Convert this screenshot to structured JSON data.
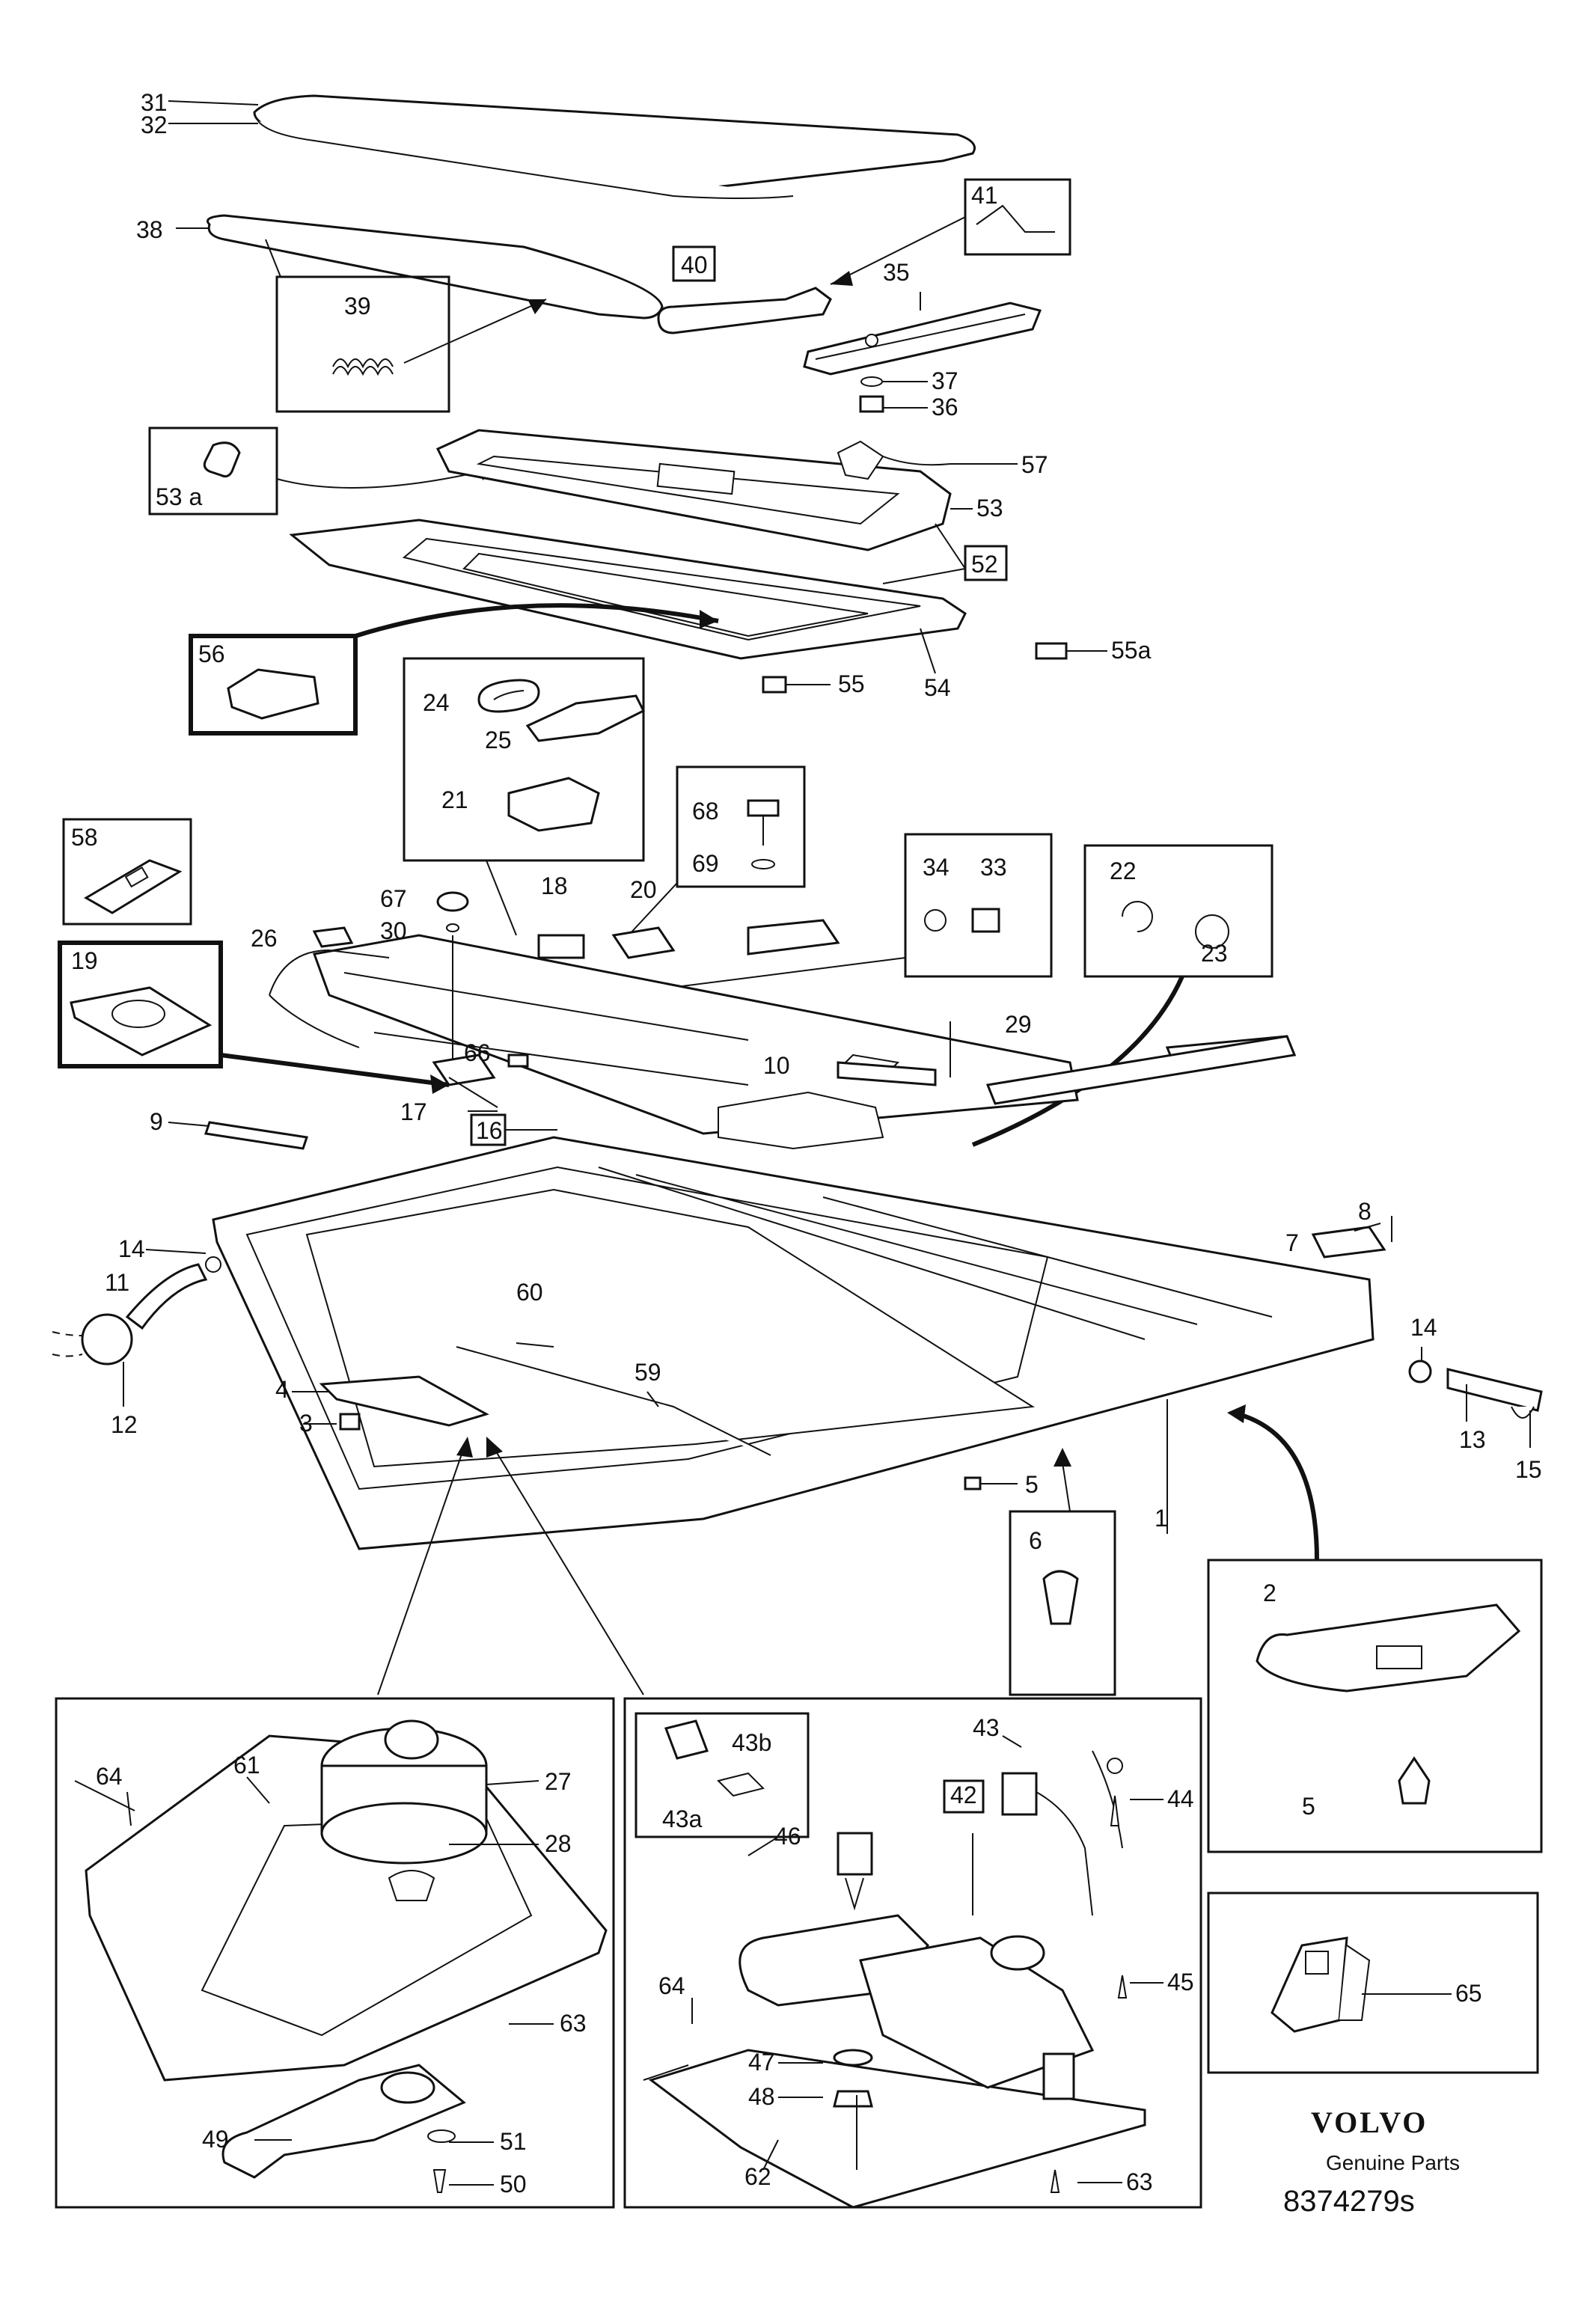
{
  "diagram": {
    "labels": [
      {
        "id": "31",
        "text": "31"
      },
      {
        "id": "32",
        "text": "32"
      },
      {
        "id": "38",
        "text": "38"
      },
      {
        "id": "39",
        "text": "39"
      },
      {
        "id": "40",
        "text": "40"
      },
      {
        "id": "41",
        "text": "41"
      },
      {
        "id": "35",
        "text": "35"
      },
      {
        "id": "37",
        "text": "37"
      },
      {
        "id": "36",
        "text": "36"
      },
      {
        "id": "53a",
        "text": "53 a"
      },
      {
        "id": "57",
        "text": "57"
      },
      {
        "id": "53",
        "text": "53"
      },
      {
        "id": "52",
        "text": "52"
      },
      {
        "id": "56",
        "text": "56"
      },
      {
        "id": "55a",
        "text": "55a"
      },
      {
        "id": "55",
        "text": "55"
      },
      {
        "id": "54",
        "text": "54"
      },
      {
        "id": "24",
        "text": "24"
      },
      {
        "id": "25",
        "text": "25"
      },
      {
        "id": "21",
        "text": "21"
      },
      {
        "id": "68",
        "text": "68"
      },
      {
        "id": "69",
        "text": "69"
      },
      {
        "id": "58",
        "text": "58"
      },
      {
        "id": "19",
        "text": "19"
      },
      {
        "id": "67",
        "text": "67"
      },
      {
        "id": "30",
        "text": "30"
      },
      {
        "id": "18",
        "text": "18"
      },
      {
        "id": "20",
        "text": "20"
      },
      {
        "id": "26",
        "text": "26"
      },
      {
        "id": "34",
        "text": "34"
      },
      {
        "id": "33",
        "text": "33"
      },
      {
        "id": "22",
        "text": "22"
      },
      {
        "id": "23",
        "text": "23"
      },
      {
        "id": "29",
        "text": "29"
      },
      {
        "id": "66",
        "text": "66"
      },
      {
        "id": "10",
        "text": "10"
      },
      {
        "id": "17",
        "text": "17"
      },
      {
        "id": "16",
        "text": "16"
      },
      {
        "id": "9",
        "text": "9"
      },
      {
        "id": "8",
        "text": "8"
      },
      {
        "id": "7",
        "text": "7"
      },
      {
        "id": "14a",
        "text": "14"
      },
      {
        "id": "11",
        "text": "11"
      },
      {
        "id": "60",
        "text": "60"
      },
      {
        "id": "12",
        "text": "12"
      },
      {
        "id": "4",
        "text": "4"
      },
      {
        "id": "3",
        "text": "3"
      },
      {
        "id": "59",
        "text": "59"
      },
      {
        "id": "14b",
        "text": "14"
      },
      {
        "id": "13",
        "text": "13"
      },
      {
        "id": "15",
        "text": "15"
      },
      {
        "id": "5a",
        "text": "5"
      },
      {
        "id": "1",
        "text": "1"
      },
      {
        "id": "6",
        "text": "6"
      },
      {
        "id": "2",
        "text": "2"
      },
      {
        "id": "5b",
        "text": "5"
      },
      {
        "id": "27",
        "text": "27"
      },
      {
        "id": "28",
        "text": "28"
      },
      {
        "id": "64a",
        "text": "64"
      },
      {
        "id": "61",
        "text": "61"
      },
      {
        "id": "63a",
        "text": "63"
      },
      {
        "id": "49",
        "text": "49"
      },
      {
        "id": "51",
        "text": "51"
      },
      {
        "id": "50",
        "text": "50"
      },
      {
        "id": "43",
        "text": "43"
      },
      {
        "id": "43b",
        "text": "43b"
      },
      {
        "id": "43a",
        "text": "43a"
      },
      {
        "id": "42",
        "text": "42"
      },
      {
        "id": "44",
        "text": "44"
      },
      {
        "id": "46",
        "text": "46"
      },
      {
        "id": "64b",
        "text": "64"
      },
      {
        "id": "45",
        "text": "45"
      },
      {
        "id": "47",
        "text": "47"
      },
      {
        "id": "48",
        "text": "48"
      },
      {
        "id": "62",
        "text": "62"
      },
      {
        "id": "63b",
        "text": "63"
      },
      {
        "id": "65",
        "text": "65"
      }
    ],
    "footer": {
      "brand": "VOLVO",
      "subtitle": "Genuine Parts",
      "code": "8374279s"
    }
  }
}
